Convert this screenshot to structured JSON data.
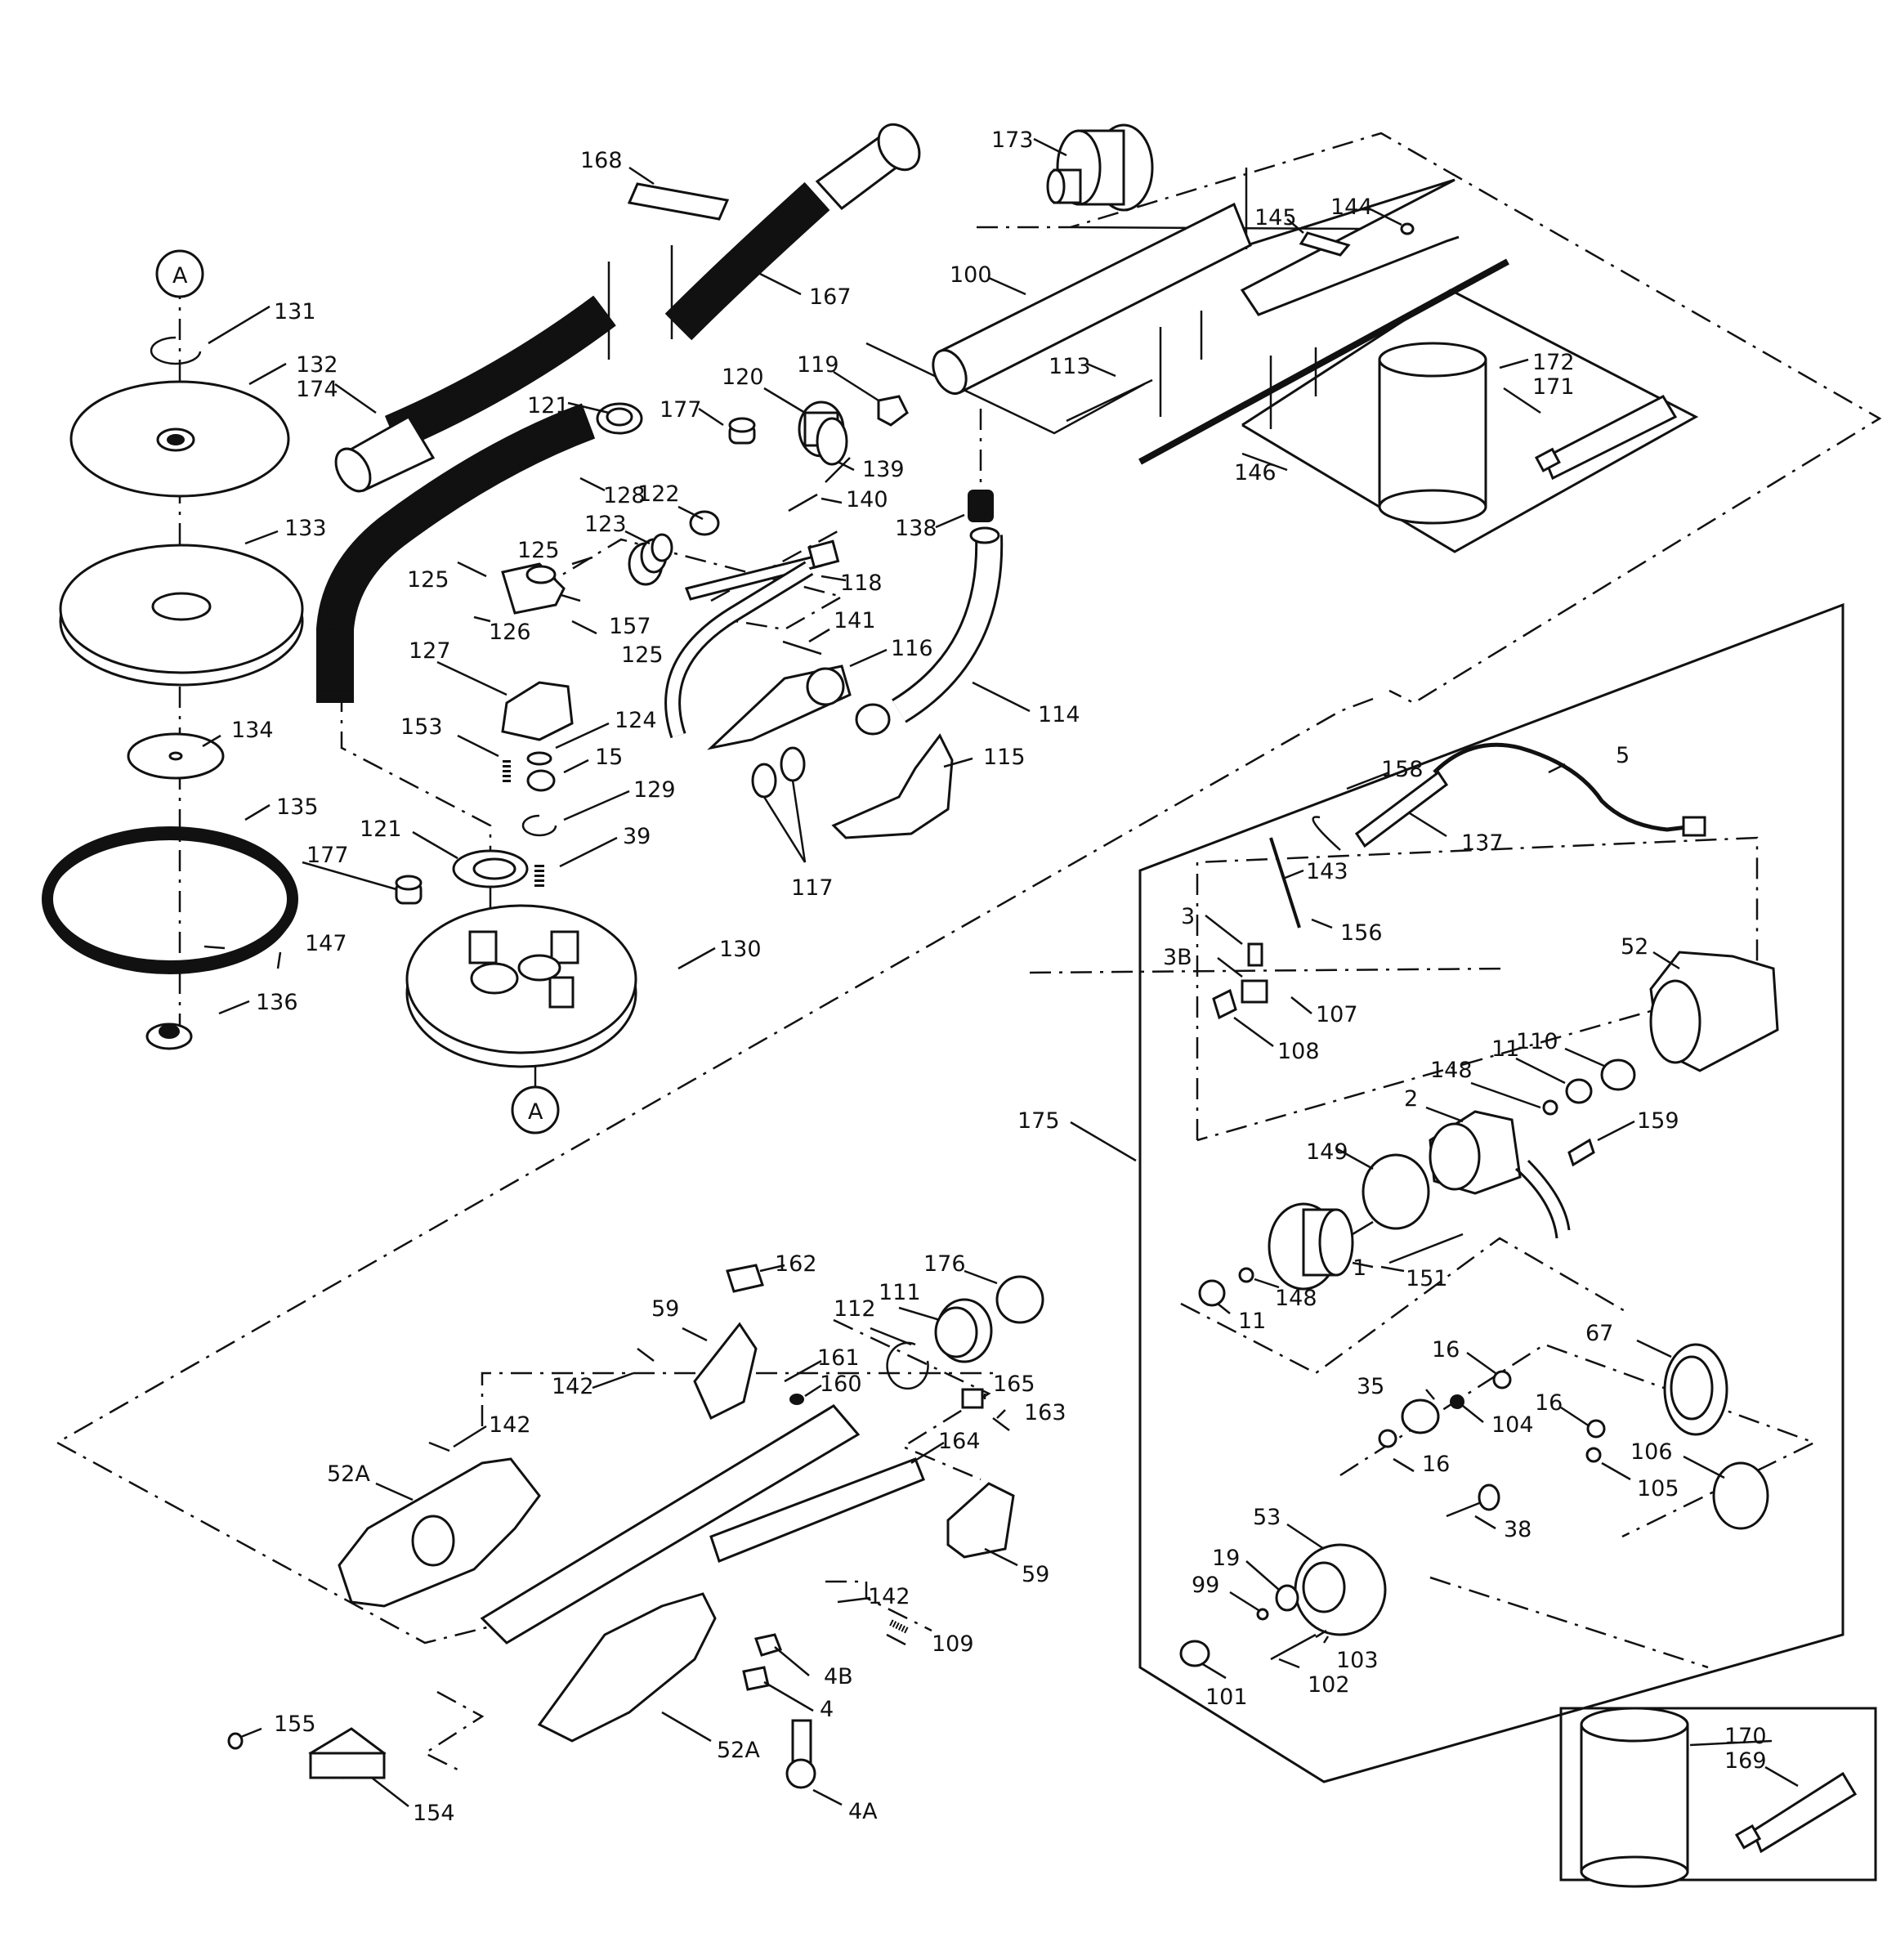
{
  "diagram": {
    "type": "exploded parts diagram",
    "callouts": [
      {
        "id": "p168",
        "text": "168"
      },
      {
        "id": "p173",
        "text": "173"
      },
      {
        "id": "p167",
        "text": "167"
      },
      {
        "id": "p100",
        "text": "100"
      },
      {
        "id": "p145",
        "text": "145"
      },
      {
        "id": "p144",
        "text": "144"
      },
      {
        "id": "pA1",
        "text": "A"
      },
      {
        "id": "p131",
        "text": "131"
      },
      {
        "id": "p132",
        "text": "132"
      },
      {
        "id": "p174",
        "text": "174"
      },
      {
        "id": "p133",
        "text": "133"
      },
      {
        "id": "p134",
        "text": "134"
      },
      {
        "id": "p135",
        "text": "135"
      },
      {
        "id": "p147",
        "text": "147"
      },
      {
        "id": "p136",
        "text": "136"
      },
      {
        "id": "p121a",
        "text": "121"
      },
      {
        "id": "p177a",
        "text": "177"
      },
      {
        "id": "p120",
        "text": "120"
      },
      {
        "id": "p119",
        "text": "119"
      },
      {
        "id": "p113",
        "text": "113"
      },
      {
        "id": "p172",
        "text": "172"
      },
      {
        "id": "p171",
        "text": "171"
      },
      {
        "id": "p146",
        "text": "146"
      },
      {
        "id": "p128",
        "text": "128"
      },
      {
        "id": "p122",
        "text": "122"
      },
      {
        "id": "p139",
        "text": "139"
      },
      {
        "id": "p140",
        "text": "140"
      },
      {
        "id": "p123",
        "text": "123"
      },
      {
        "id": "p125a",
        "text": "125"
      },
      {
        "id": "p125b",
        "text": "125"
      },
      {
        "id": "p125c",
        "text": "125"
      },
      {
        "id": "p126",
        "text": "126"
      },
      {
        "id": "p157",
        "text": "157"
      },
      {
        "id": "p118",
        "text": "118"
      },
      {
        "id": "p138",
        "text": "138"
      },
      {
        "id": "p141",
        "text": "141"
      },
      {
        "id": "p116",
        "text": "116"
      },
      {
        "id": "p114",
        "text": "114"
      },
      {
        "id": "p127",
        "text": "127"
      },
      {
        "id": "p153",
        "text": "153"
      },
      {
        "id": "p124",
        "text": "124"
      },
      {
        "id": "p15",
        "text": "15"
      },
      {
        "id": "p129",
        "text": "129"
      },
      {
        "id": "p39",
        "text": "39"
      },
      {
        "id": "p115",
        "text": "115"
      },
      {
        "id": "p117",
        "text": "117"
      },
      {
        "id": "p121b",
        "text": "121"
      },
      {
        "id": "p177b",
        "text": "177"
      },
      {
        "id": "p130",
        "text": "130"
      },
      {
        "id": "pA2",
        "text": "A"
      },
      {
        "id": "p5",
        "text": "5"
      },
      {
        "id": "p158",
        "text": "158"
      },
      {
        "id": "p137",
        "text": "137"
      },
      {
        "id": "p143",
        "text": "143"
      },
      {
        "id": "p156",
        "text": "156"
      },
      {
        "id": "p3",
        "text": "3"
      },
      {
        "id": "p3B",
        "text": "3B"
      },
      {
        "id": "p107",
        "text": "107"
      },
      {
        "id": "p108",
        "text": "108"
      },
      {
        "id": "p52",
        "text": "52"
      },
      {
        "id": "p110",
        "text": "110"
      },
      {
        "id": "p11a",
        "text": "11"
      },
      {
        "id": "p148a",
        "text": "148"
      },
      {
        "id": "p2",
        "text": "2"
      },
      {
        "id": "p175",
        "text": "175"
      },
      {
        "id": "p159",
        "text": "159"
      },
      {
        "id": "p149",
        "text": "149"
      },
      {
        "id": "p1",
        "text": "1"
      },
      {
        "id": "p151",
        "text": "151"
      },
      {
        "id": "p148b",
        "text": "148"
      },
      {
        "id": "p11b",
        "text": "11"
      },
      {
        "id": "p162",
        "text": "162"
      },
      {
        "id": "p176",
        "text": "176"
      },
      {
        "id": "p59a",
        "text": "59"
      },
      {
        "id": "p112",
        "text": "112"
      },
      {
        "id": "p111",
        "text": "111"
      },
      {
        "id": "p161",
        "text": "161"
      },
      {
        "id": "p160",
        "text": "160"
      },
      {
        "id": "p142a",
        "text": "142"
      },
      {
        "id": "p165",
        "text": "165"
      },
      {
        "id": "p163",
        "text": "163"
      },
      {
        "id": "p142b",
        "text": "142"
      },
      {
        "id": "p164",
        "text": "164"
      },
      {
        "id": "p52A1",
        "text": "52A"
      },
      {
        "id": "p59b",
        "text": "59"
      },
      {
        "id": "p142c",
        "text": "142"
      },
      {
        "id": "p109",
        "text": "109"
      },
      {
        "id": "p4B",
        "text": "4B"
      },
      {
        "id": "p4",
        "text": "4"
      },
      {
        "id": "p155",
        "text": "155"
      },
      {
        "id": "p154",
        "text": "154"
      },
      {
        "id": "p52A2",
        "text": "52A"
      },
      {
        "id": "p4A",
        "text": "4A"
      },
      {
        "id": "p16a",
        "text": "16"
      },
      {
        "id": "p67",
        "text": "67"
      },
      {
        "id": "p35",
        "text": "35"
      },
      {
        "id": "p104",
        "text": "104"
      },
      {
        "id": "p16b",
        "text": "16"
      },
      {
        "id": "p16c",
        "text": "16"
      },
      {
        "id": "p106",
        "text": "106"
      },
      {
        "id": "p105",
        "text": "105"
      },
      {
        "id": "p38",
        "text": "38"
      },
      {
        "id": "p53",
        "text": "53"
      },
      {
        "id": "p19",
        "text": "19"
      },
      {
        "id": "p99",
        "text": "99"
      },
      {
        "id": "p103",
        "text": "103"
      },
      {
        "id": "p102",
        "text": "102"
      },
      {
        "id": "p101",
        "text": "101"
      },
      {
        "id": "p170",
        "text": "170"
      },
      {
        "id": "p169",
        "text": "169"
      }
    ]
  },
  "colors": {
    "ink": "#111111",
    "paper": "#ffffff"
  }
}
